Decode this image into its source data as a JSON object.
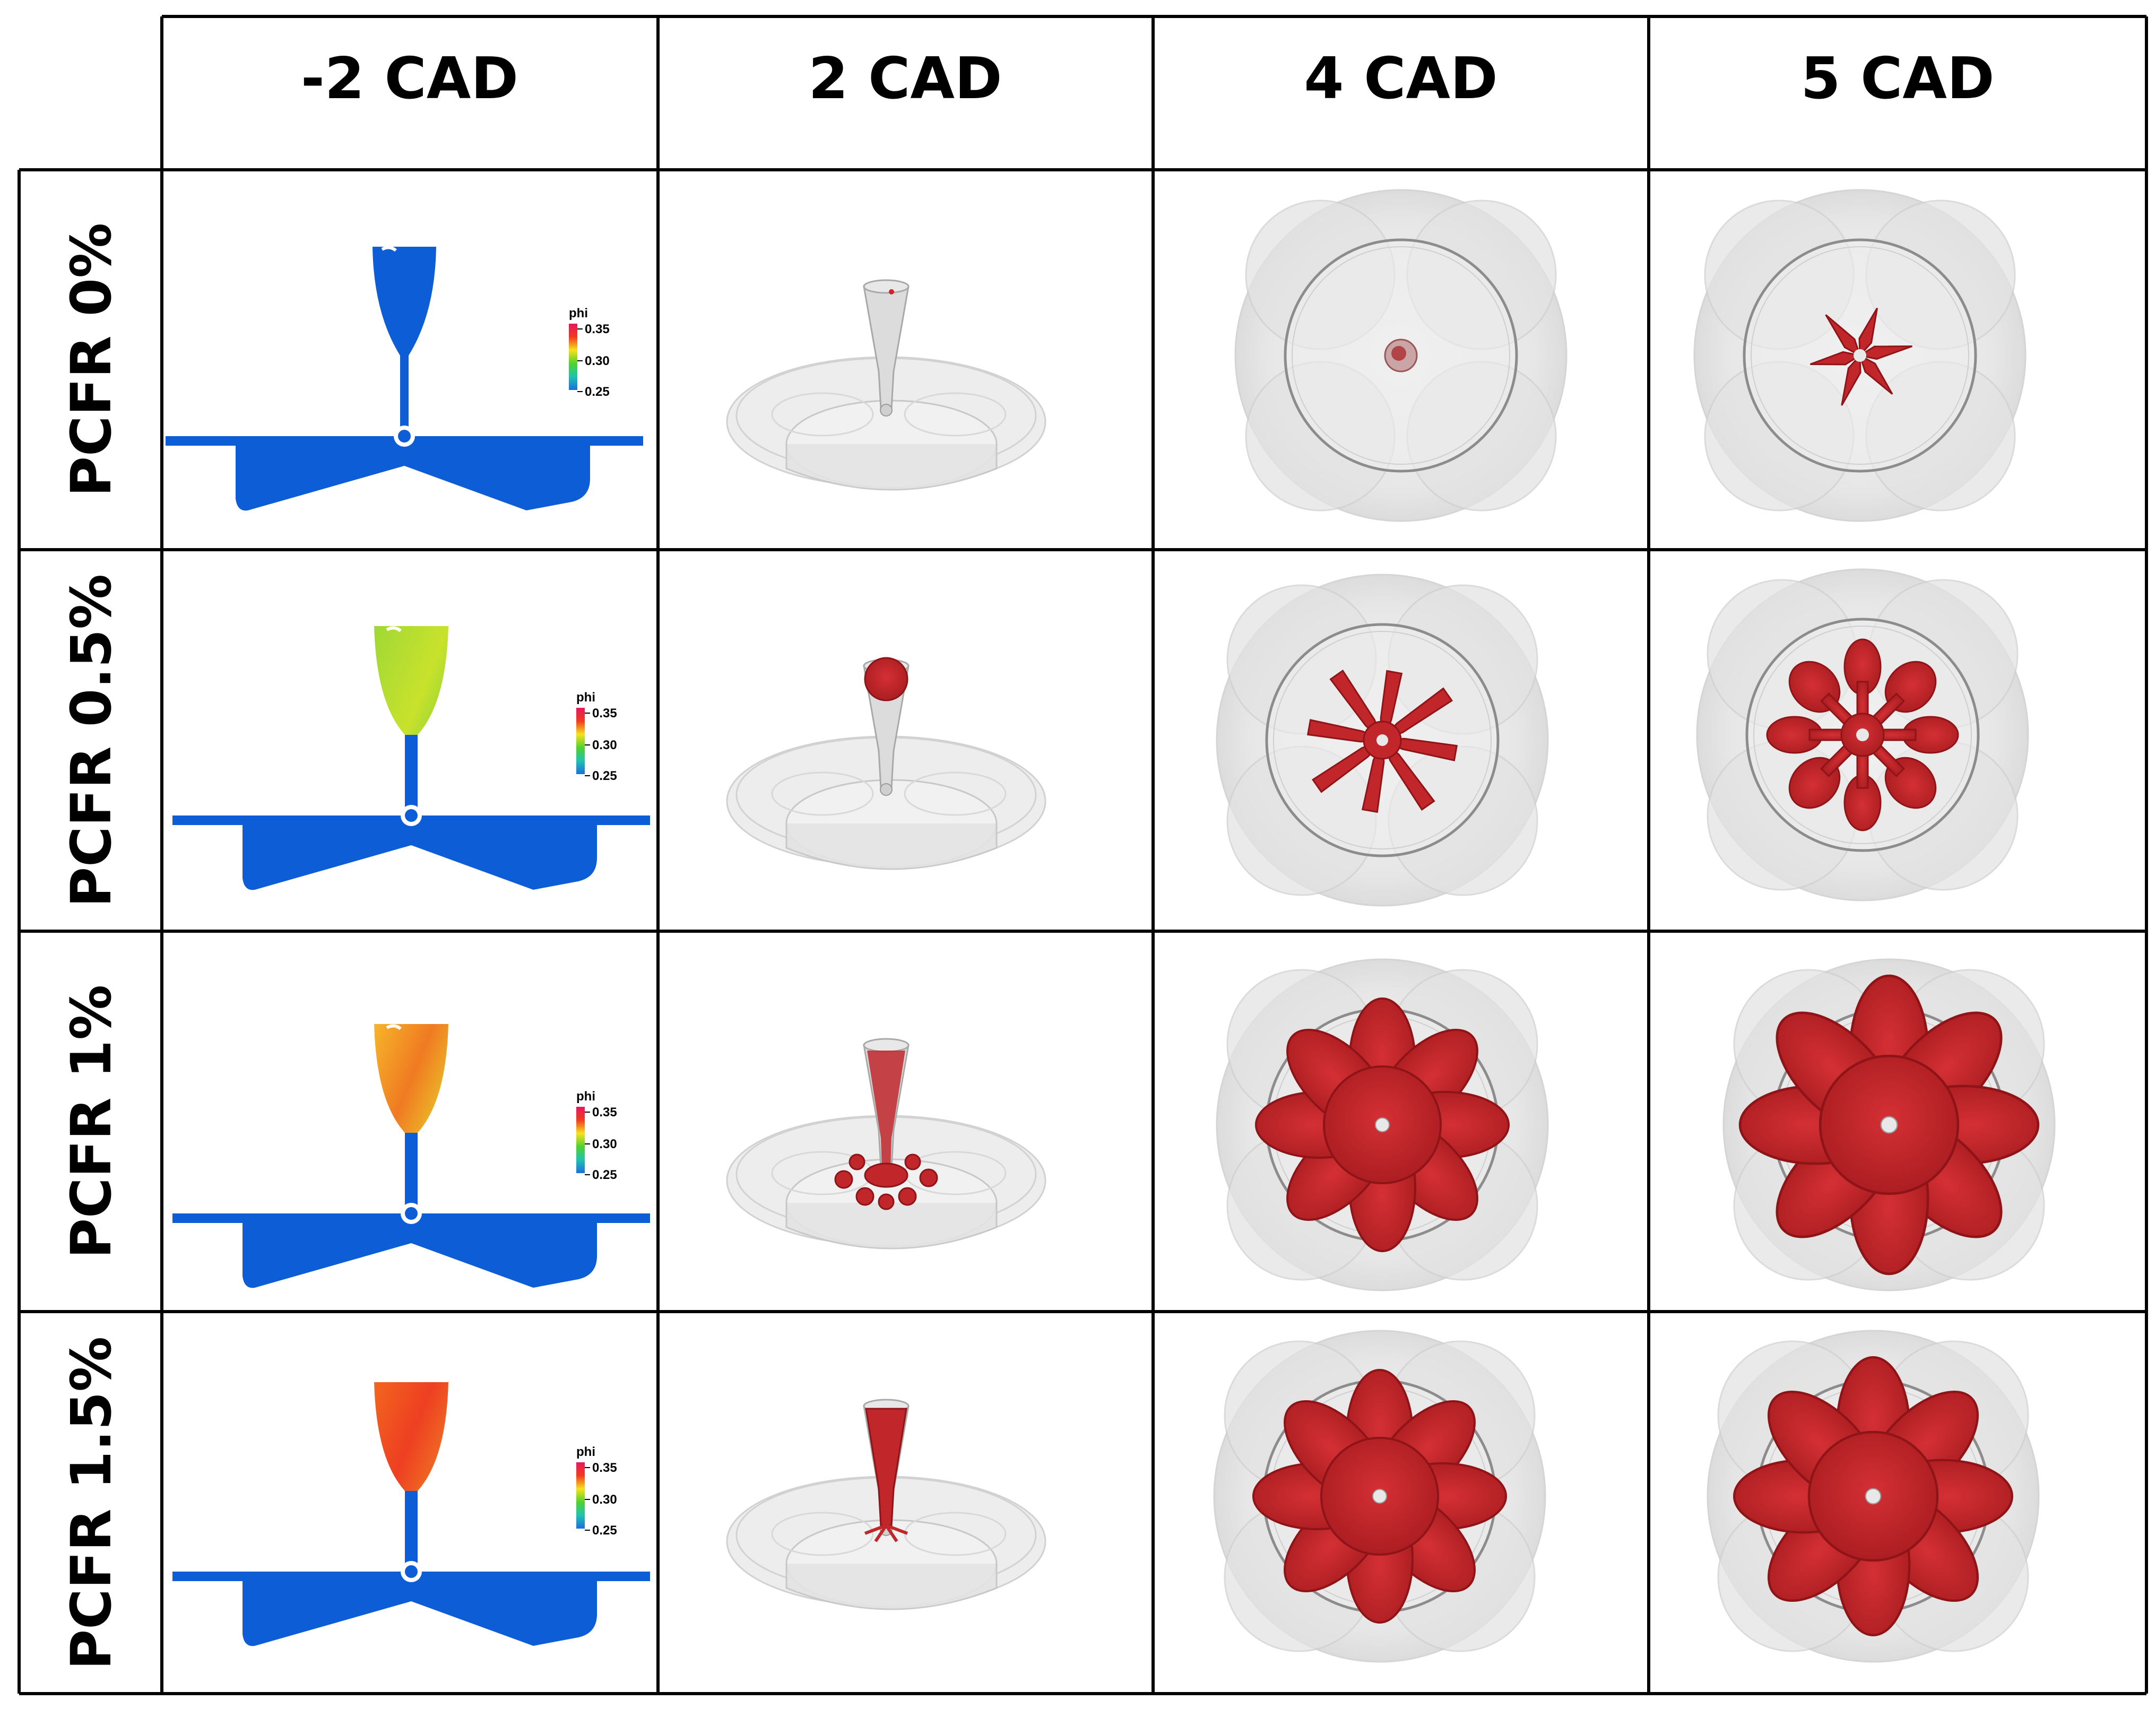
{
  "columns": [
    "-2 CAD",
    "2 CAD",
    "4 CAD",
    "5 CAD"
  ],
  "rows": [
    {
      "label": "PCFR 0%",
      "cone_fill": "uniform-blue",
      "spray_2cad": "tiny",
      "spray_4cad": "small-blob",
      "spray_5cad": "thin-star"
    },
    {
      "label": "PCFR 0.5%",
      "cone_fill": "green-yellow",
      "spray_2cad": "red-cap",
      "spray_4cad": "spiky-star",
      "spray_5cad": "medium-flower"
    },
    {
      "label": "PCFR 1%",
      "cone_fill": "orange-yellow",
      "spray_2cad": "splash",
      "spray_4cad": "large-flower",
      "spray_5cad": "large-flower"
    },
    {
      "label": "PCFR 1.5%",
      "cone_fill": "orange-red",
      "spray_2cad": "streak",
      "spray_4cad": "large-flower",
      "spray_5cad": "large-flower"
    }
  ],
  "colorbar": {
    "title": "phi",
    "ticks": [
      "0.35",
      "0.30",
      "0.25"
    ]
  },
  "colors": {
    "phi_low": "#0d5ed6",
    "phi_high": "#e8175d",
    "spray_red": "#c8262a",
    "chamber_gray": "#e6e6e6"
  },
  "icons": [
    "colormap-legend",
    "cross-section-contour",
    "spray-isosurface"
  ]
}
